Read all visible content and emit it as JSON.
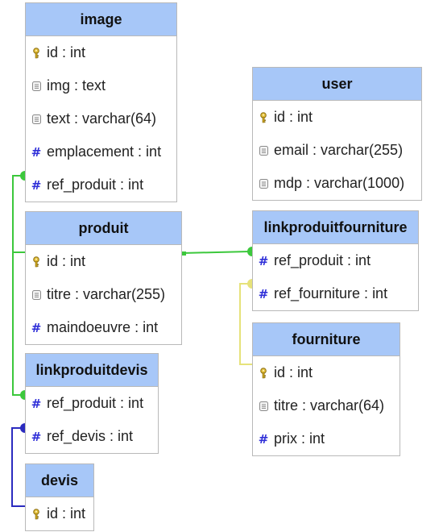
{
  "tables": {
    "image": {
      "name": "image",
      "columns": [
        {
          "text": "id : int",
          "icon": "key-icon"
        },
        {
          "text": "img : text",
          "icon": "text-column-icon"
        },
        {
          "text": "text : varchar(64)",
          "icon": "text-column-icon"
        },
        {
          "text": "emplacement : int",
          "icon": "numeric-column-icon"
        },
        {
          "text": "ref_produit : int",
          "icon": "numeric-column-icon"
        }
      ]
    },
    "user": {
      "name": "user",
      "columns": [
        {
          "text": "id : int",
          "icon": "key-icon"
        },
        {
          "text": "email : varchar(255)",
          "icon": "text-column-icon"
        },
        {
          "text": "mdp : varchar(1000)",
          "icon": "text-column-icon"
        }
      ]
    },
    "produit": {
      "name": "produit",
      "columns": [
        {
          "text": "id : int",
          "icon": "key-icon"
        },
        {
          "text": "titre : varchar(255)",
          "icon": "text-column-icon"
        },
        {
          "text": "maindoeuvre : int",
          "icon": "numeric-column-icon"
        }
      ]
    },
    "linkproduitfourniture": {
      "name": "linkproduitfourniture",
      "columns": [
        {
          "text": "ref_produit : int",
          "icon": "numeric-column-icon"
        },
        {
          "text": "ref_fourniture : int",
          "icon": "numeric-column-icon"
        }
      ]
    },
    "fourniture": {
      "name": "fourniture",
      "columns": [
        {
          "text": "id : int",
          "icon": "key-icon"
        },
        {
          "text": "titre : varchar(64)",
          "icon": "text-column-icon"
        },
        {
          "text": "prix : int",
          "icon": "numeric-column-icon"
        }
      ]
    },
    "linkproduitdevis": {
      "name": "linkproduitdevis",
      "columns": [
        {
          "text": "ref_produit : int",
          "icon": "numeric-column-icon"
        },
        {
          "text": "ref_devis : int",
          "icon": "numeric-column-icon"
        }
      ]
    },
    "devis": {
      "name": "devis",
      "columns": [
        {
          "text": "id : int",
          "icon": "key-icon"
        }
      ]
    }
  },
  "relations": [
    {
      "from": "image.ref_produit",
      "to": "produit.id",
      "color": "#3cc83c"
    },
    {
      "from": "linkproduitdevis.ref_produit",
      "to": "produit.id",
      "color": "#3cc83c"
    },
    {
      "from": "linkproduitfourniture.ref_produit",
      "to": "produit.id",
      "color": "#3cc83c"
    },
    {
      "from": "linkproduitfourniture.ref_fourniture",
      "to": "fourniture.id",
      "color": "#e6e27a"
    },
    {
      "from": "linkproduitdevis.ref_devis",
      "to": "devis.id",
      "color": "#2b2bbf"
    }
  ],
  "colors": {
    "header": "#a7c7f8",
    "border": "#b9b9b9",
    "key": "#c9a21a",
    "numeric": "#2f2fd8"
  }
}
